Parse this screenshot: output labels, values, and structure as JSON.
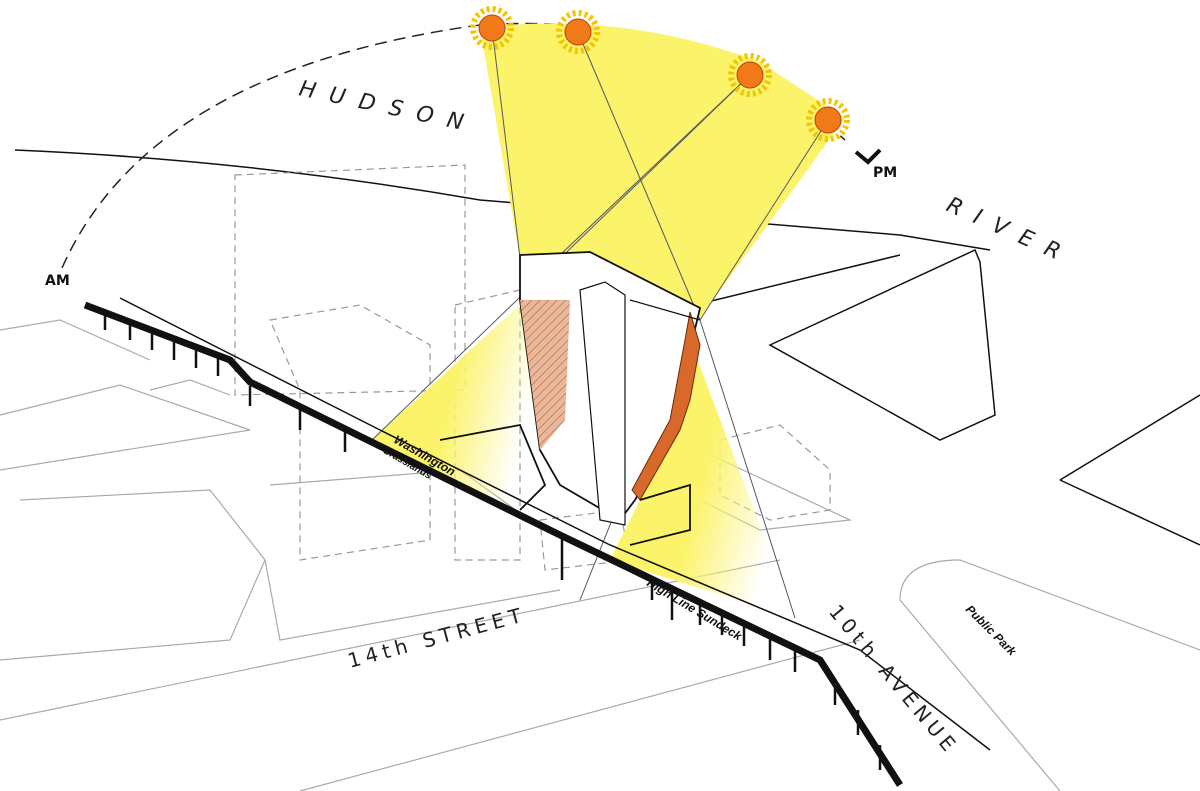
{
  "labels": {
    "hudson": "HUDSON",
    "river": "RIVER",
    "am": "AM",
    "pm": "PM",
    "street_14th": "14th STREET",
    "avenue_10th": "10th AVENUE",
    "public_park": "Public Park",
    "washington": "Washington",
    "grasslands": "Grasslands",
    "sundeck": "High Line Sundeck"
  },
  "colors": {
    "sunlight": "#fbf36a",
    "sun_core": "#f07a1a",
    "sun_rays": "#f5c400",
    "facade": "#d9692a",
    "facade_light": "#e9b89a",
    "high_line": "#111111",
    "context": "#9a9a9a"
  }
}
